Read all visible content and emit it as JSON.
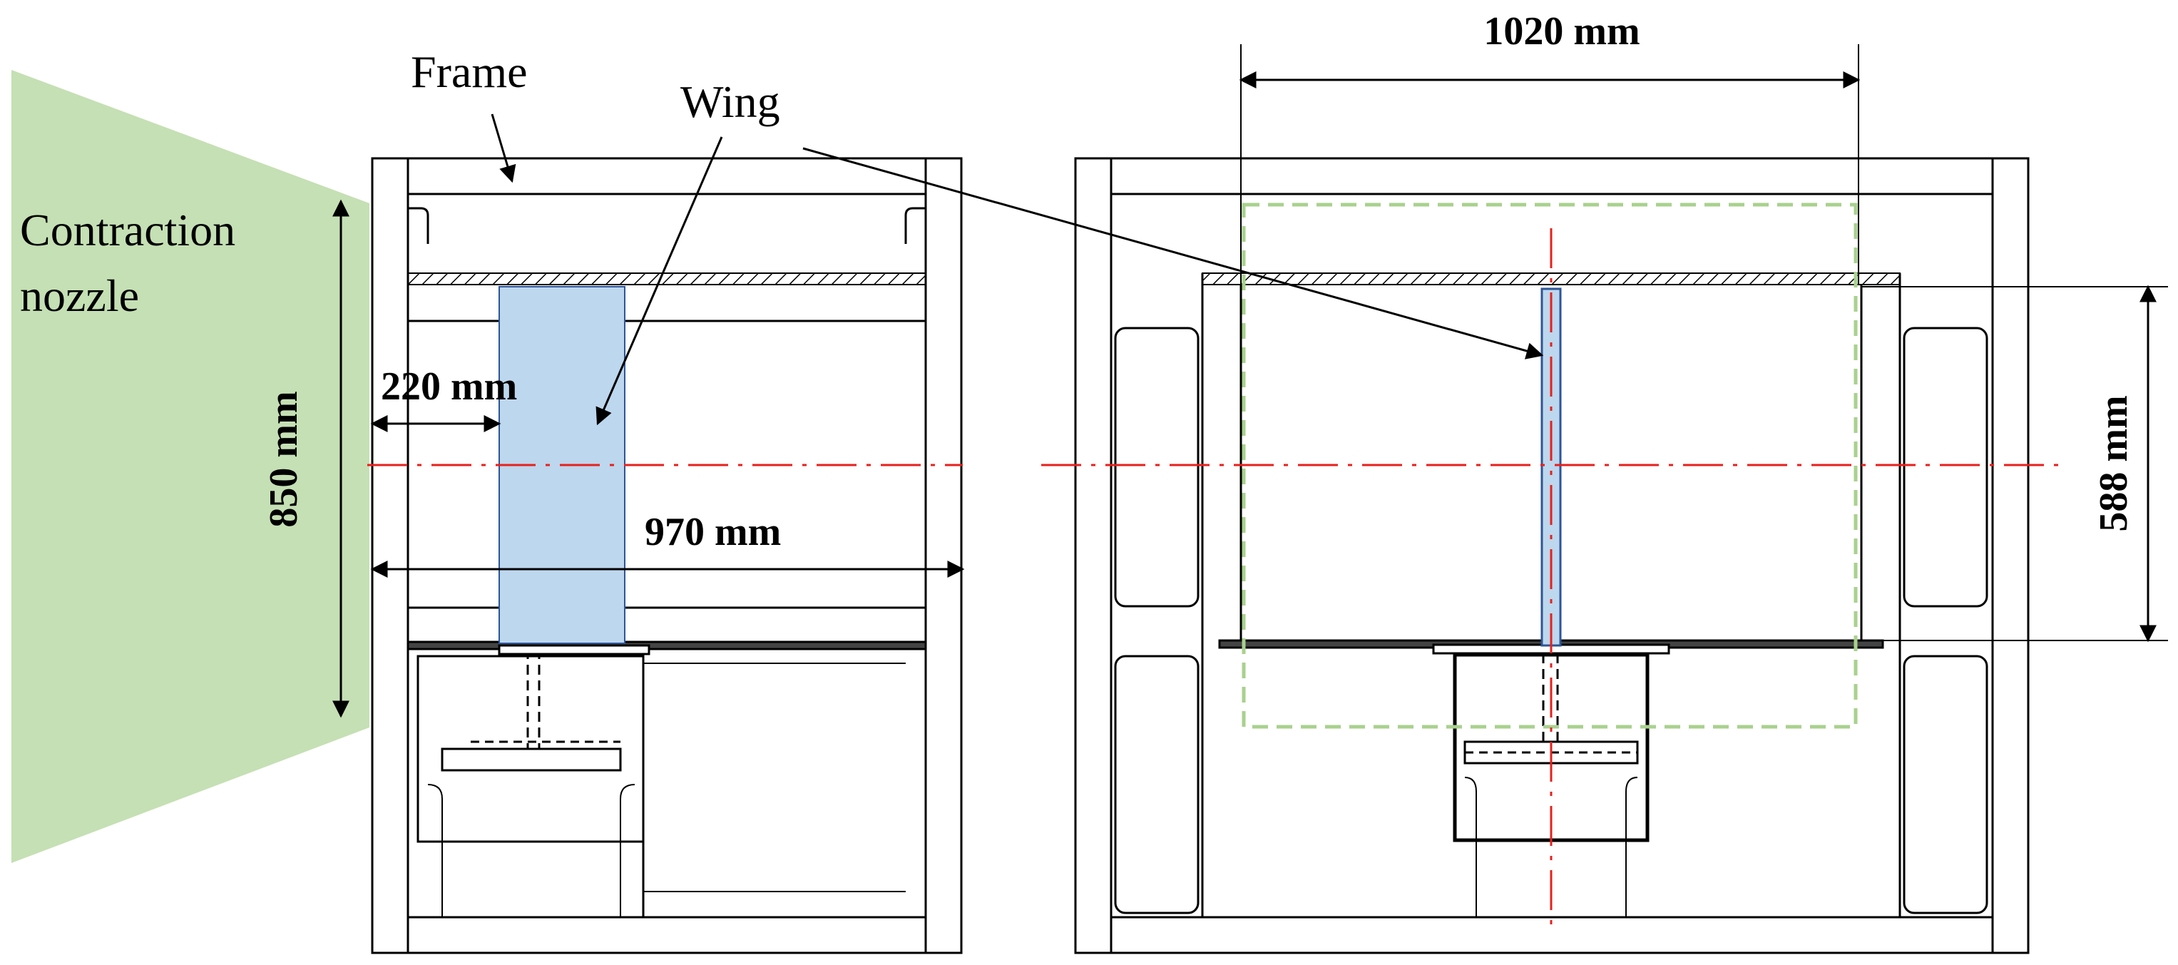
{
  "labels": {
    "frame": "Frame",
    "wing": "Wing",
    "contraction_nozzle_line1": "Contraction",
    "contraction_nozzle_line2": "nozzle"
  },
  "dimensions": {
    "nozzle_height": "850 mm",
    "wing_offset": "220 mm",
    "section_length": "970 mm",
    "span_width": "1020 mm",
    "wing_span": "588 mm"
  },
  "colors": {
    "nozzle_fill": "#c5e0b4",
    "wing_fill": "#bdd7ee",
    "wing_stroke": "#2f5597",
    "centerline": "#e8201c",
    "dashed_region": "#a9d18e",
    "line": "#000000"
  }
}
